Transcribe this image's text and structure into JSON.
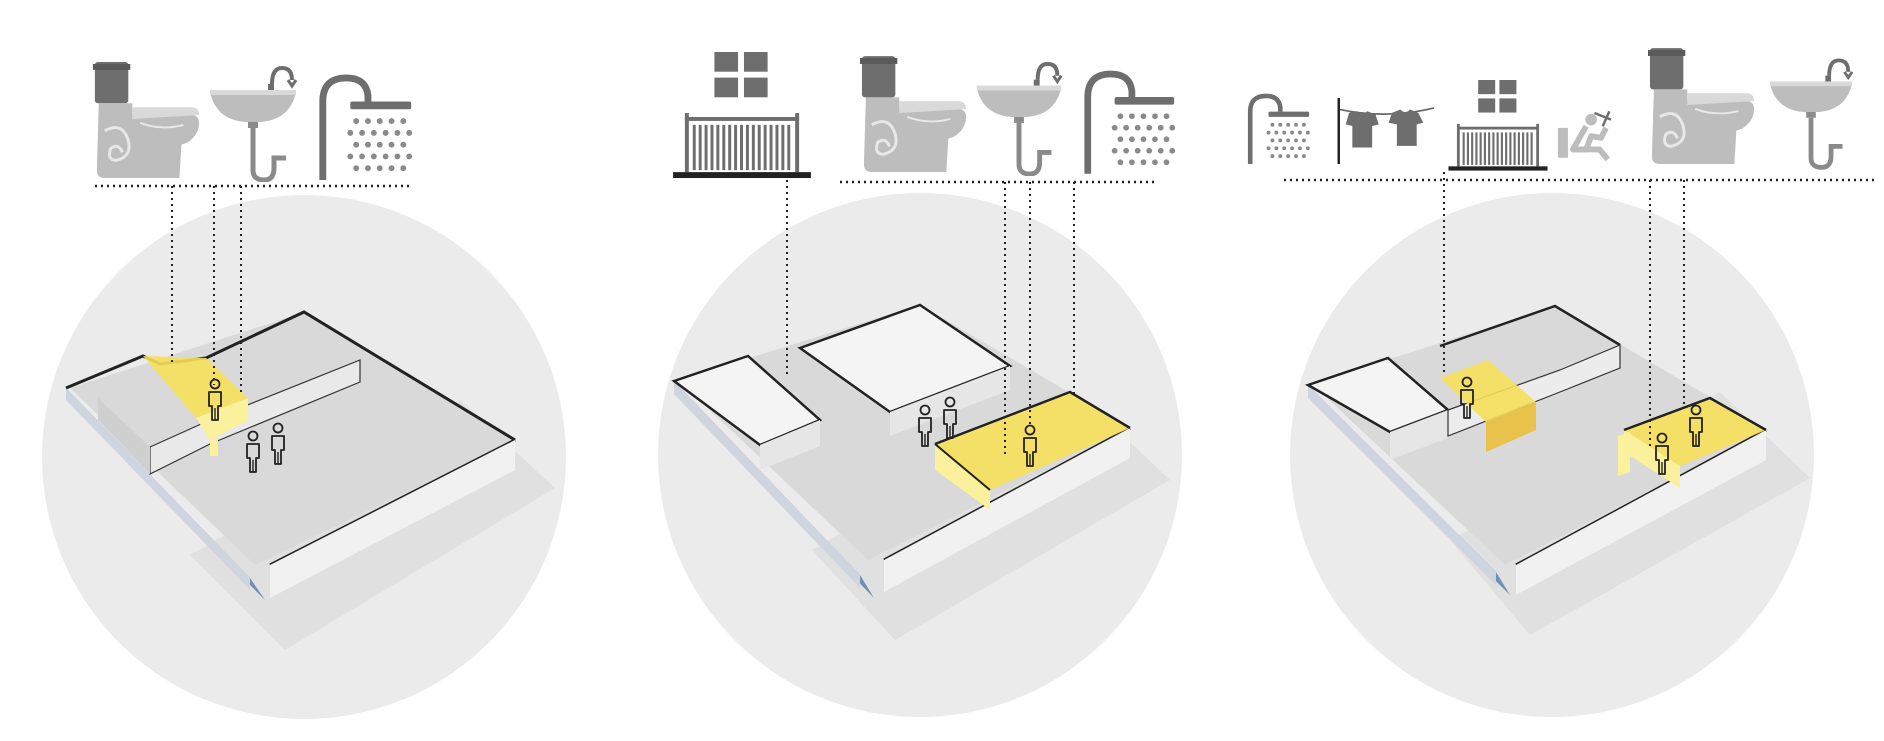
{
  "diagram": {
    "colors": {
      "background": "#ffffff",
      "disc": "#ebebeb",
      "floor": "#dedede",
      "wall_top": "#fafafa",
      "wall_left": "#d4d4d4",
      "wall_right": "#eeeeee",
      "wall_shadow": "#6f8fb5",
      "highlight": "#f7e05a",
      "highlight_light": "#fbf09c",
      "icon": "#6e6e6e",
      "leader": "#222222"
    },
    "panels": [
      {
        "id": "panel-1",
        "fixtures": [
          "toilet-icon",
          "sink-icon",
          "shower-icon"
        ],
        "occupants_highlighted": 1,
        "occupants_shared": 2
      },
      {
        "id": "panel-2",
        "fixtures": [
          "window-bed-icon",
          "toilet-icon",
          "sink-icon",
          "shower-icon"
        ],
        "occupants_highlighted": 1,
        "occupants_shared": 2
      },
      {
        "id": "panel-3",
        "fixtures": [
          "shower-icon",
          "laundry-icon",
          "window-bed-icon",
          "elderly-care-icon",
          "toilet-icon",
          "sink-icon"
        ],
        "occupants_highlighted": 3,
        "occupants_shared": 0
      }
    ]
  }
}
